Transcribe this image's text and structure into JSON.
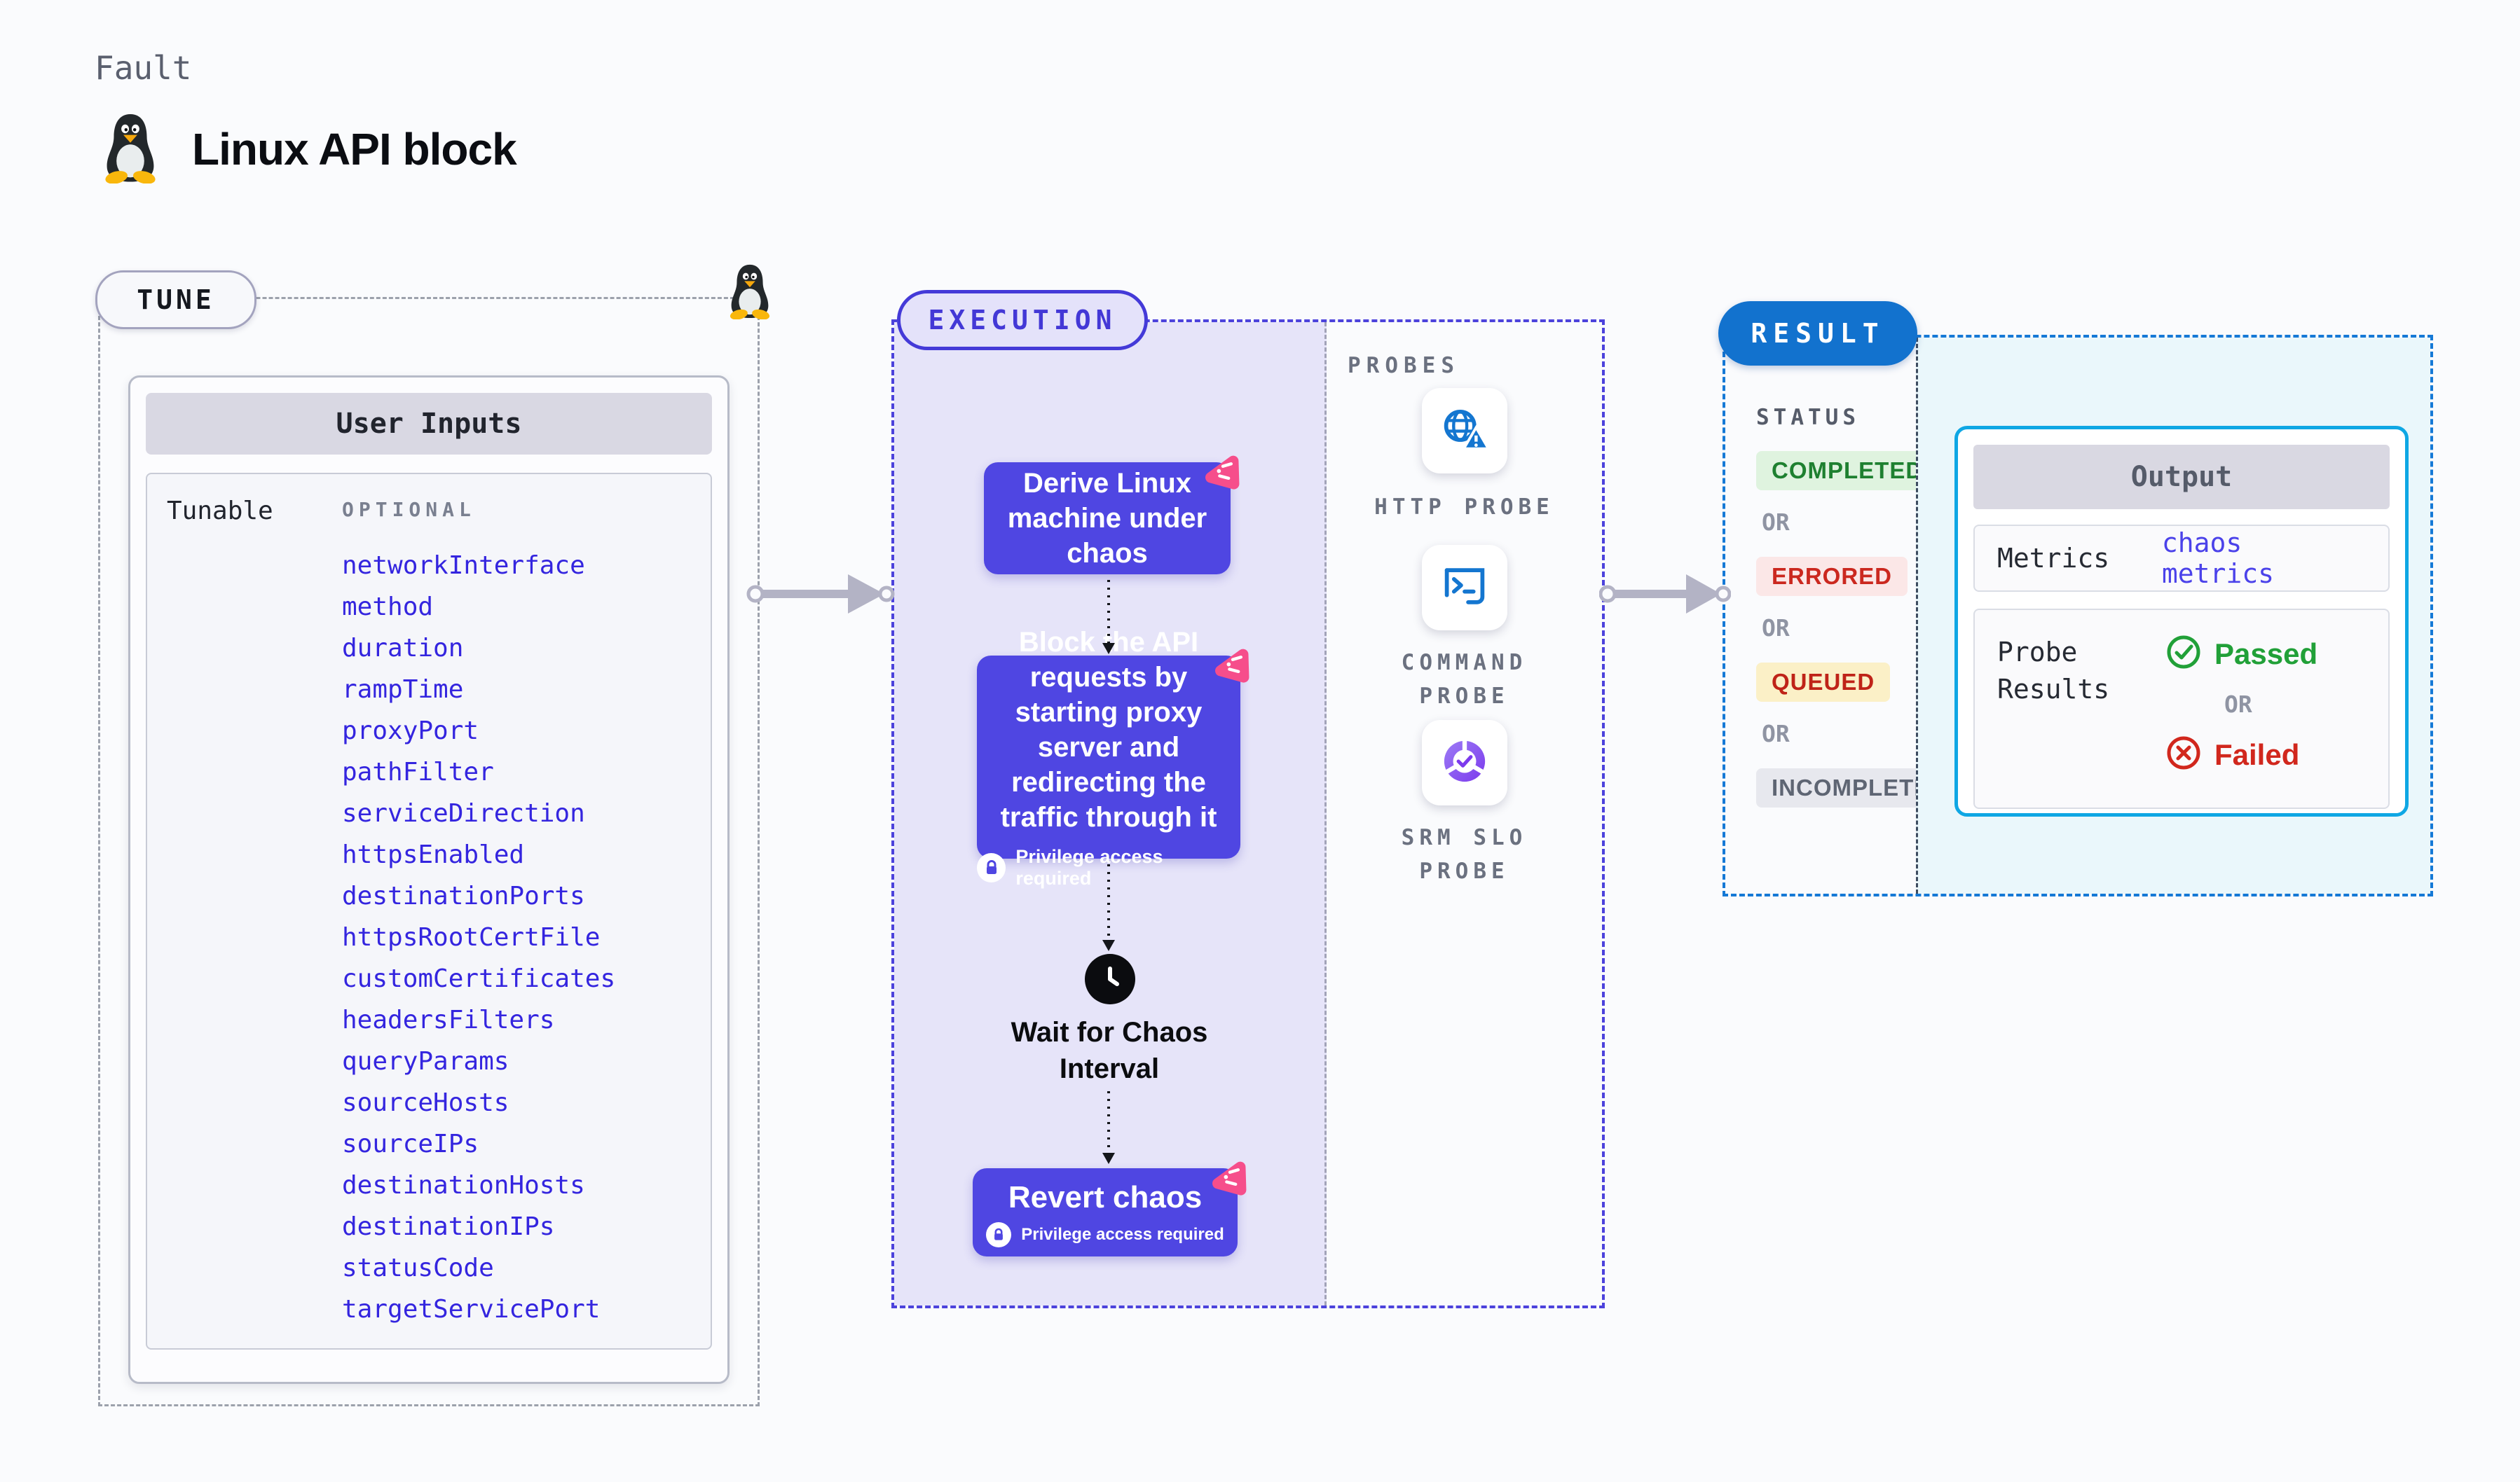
{
  "header": {
    "eyebrow": "Fault",
    "title": "Linux API block"
  },
  "tune": {
    "label": "TUNE",
    "card_title": "User Inputs",
    "row_label": "Tunable",
    "optional_label": "OPTIONAL",
    "params": [
      "networkInterface",
      "method",
      "duration",
      "rampTime",
      "proxyPort",
      "pathFilter",
      "serviceDirection",
      "httpsEnabled",
      "destinationPorts",
      "httpsRootCertFile",
      "customCertificates",
      "headersFilters",
      "queryParams",
      "sourceHosts",
      "sourceIPs",
      "destinationHosts",
      "destinationIPs",
      "statusCode",
      "targetServicePort"
    ]
  },
  "execution": {
    "label": "EXECUTION",
    "steps": {
      "derive": "Derive Linux machine under chaos",
      "block": "Block the API requests by starting proxy server and redirecting the traffic through it",
      "wait": "Wait for Chaos Interval",
      "revert": "Revert chaos"
    },
    "privilege_note": "Privilege access required"
  },
  "probes": {
    "label": "PROBES",
    "items": [
      {
        "icon": "globe-alert-icon",
        "label": "HTTP PROBE"
      },
      {
        "icon": "terminal-icon",
        "label": "COMMAND PROBE"
      },
      {
        "icon": "slo-donut-check-icon",
        "label": "SRM SLO PROBE"
      }
    ]
  },
  "result": {
    "label": "RESULT",
    "status_label": "STATUS",
    "or_label": "OR",
    "statuses": [
      "COMPLETED",
      "ERRORED",
      "QUEUED",
      "INCOMPLETED"
    ],
    "output": {
      "title": "Output",
      "metrics_label": "Metrics",
      "metrics_value": "chaos metrics",
      "probe_results_label": "Probe Results",
      "passed": "Passed",
      "or": "OR",
      "failed": "Failed"
    }
  },
  "colors": {
    "page_bg": "#FAFBFD",
    "param_link_blue": "#3425DF",
    "exec_indigo": "#4F46E2",
    "exec_bg": "#E6E4F9",
    "exec_dashed": "#4C42DC",
    "chaos_pink": "#F64E8B",
    "result_blue": "#1272CE",
    "result_dashed": "#1579D6",
    "output_border_cyan": "#0FA7E4",
    "output_panel_bg": "#EAF7FB",
    "completed_green": "#1E8030",
    "errored_red": "#CB281F",
    "queued_yellow_bg": "#FBF0C7",
    "passed_green": "#21A038",
    "failed_red": "#D1271D",
    "probe_icon_blue": "#1476D0",
    "arrow_gray": "#B3B3C5"
  }
}
